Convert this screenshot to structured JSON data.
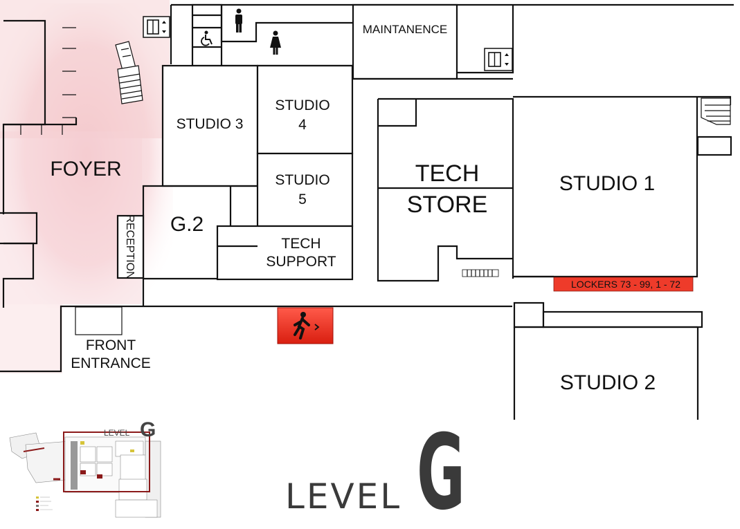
{
  "map": {
    "level_letter": "G",
    "level_word": "LEVEL",
    "rooms": {
      "foyer": "FOYER",
      "studio3": "STUDIO 3",
      "studio4_line1": "STUDIO",
      "studio4_line2": "4",
      "studio5_line1": "STUDIO",
      "studio5_line2": "5",
      "g2": "G.2",
      "reception": "RECEPTION",
      "tech_support_line1": "TECH",
      "tech_support_line2": "SUPPORT",
      "tech_store_line1": "TECH",
      "tech_store_line2": "STORE",
      "maintenance": "MAINTANENCE",
      "studio1": "STUDIO 1",
      "studio2": "STUDIO 2",
      "front_entrance_line1": "FRONT",
      "front_entrance_line2": "ENTRANCE"
    },
    "lockers_label": "LOCKERS 73 - 99, 1 - 72",
    "colors": {
      "highlight_red": "#ee3b2a",
      "foyer_tint": "#f6c8cc",
      "locator_frame": "#8b1a1a"
    },
    "icons": [
      "elevator-icon",
      "accessible-toilet-icon",
      "male-toilet-icon",
      "female-toilet-icon",
      "emergency-exit-icon",
      "stairs-icon"
    ]
  },
  "minimap": {
    "level_word": "LEVEL",
    "level_letter": "G"
  }
}
